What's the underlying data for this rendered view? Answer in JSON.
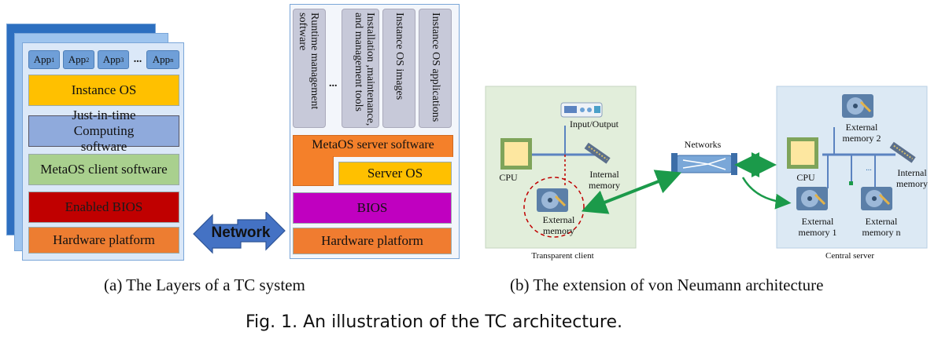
{
  "left": {
    "apps": [
      "App",
      "App",
      "App",
      "...",
      "App"
    ],
    "app_subs": [
      "1",
      "2",
      "3",
      "",
      "n"
    ],
    "layers": [
      {
        "label": "Instance OS",
        "color": "#ffc000"
      },
      {
        "label": "Just-in-time Computing software",
        "color": "#8faadc"
      },
      {
        "label": "MetaOS client software",
        "color": "#a9d08e"
      },
      {
        "label": "Enabled BIOS",
        "color": "#c00000"
      },
      {
        "label": "Hardware platform",
        "color": "#ed7d31"
      }
    ],
    "network_label": "Network",
    "network_color": "#4472c4"
  },
  "server": {
    "columns": [
      "Runtime management software",
      "...",
      "Installation ,maintenance, and management tools",
      "Instance OS images",
      "Instance OS applications"
    ],
    "metaos_server": "MetaOS server software",
    "server_os": "Server OS",
    "bios": "BIOS",
    "hardware": "Hardware platform",
    "colors": {
      "orange": "#f4802a",
      "yellow": "#ffc000",
      "magenta": "#c000c0",
      "hw": "#f07c30"
    }
  },
  "arch": {
    "client": {
      "io": "Input/Output",
      "cpu": "CPU",
      "internal_memory": "Internal memory",
      "external_memory": "External memory",
      "title": "Transparent client"
    },
    "networks": "Networks",
    "server": {
      "cpu": "CPU",
      "ext_mem_2": "External memory 2",
      "internal_memory": "Internal memory",
      "ext_mem_1": "External memory 1",
      "ext_mem_n": "External memory n",
      "dots": "...",
      "title": "Central server"
    },
    "arrow_color": "#1b9a4a"
  },
  "captions": {
    "a": "(a)  The Layers of a TC system",
    "b": "(b)  The extension of von Neumann architecture",
    "fig": "Fig. 1.  An illustration of the TC architecture."
  }
}
